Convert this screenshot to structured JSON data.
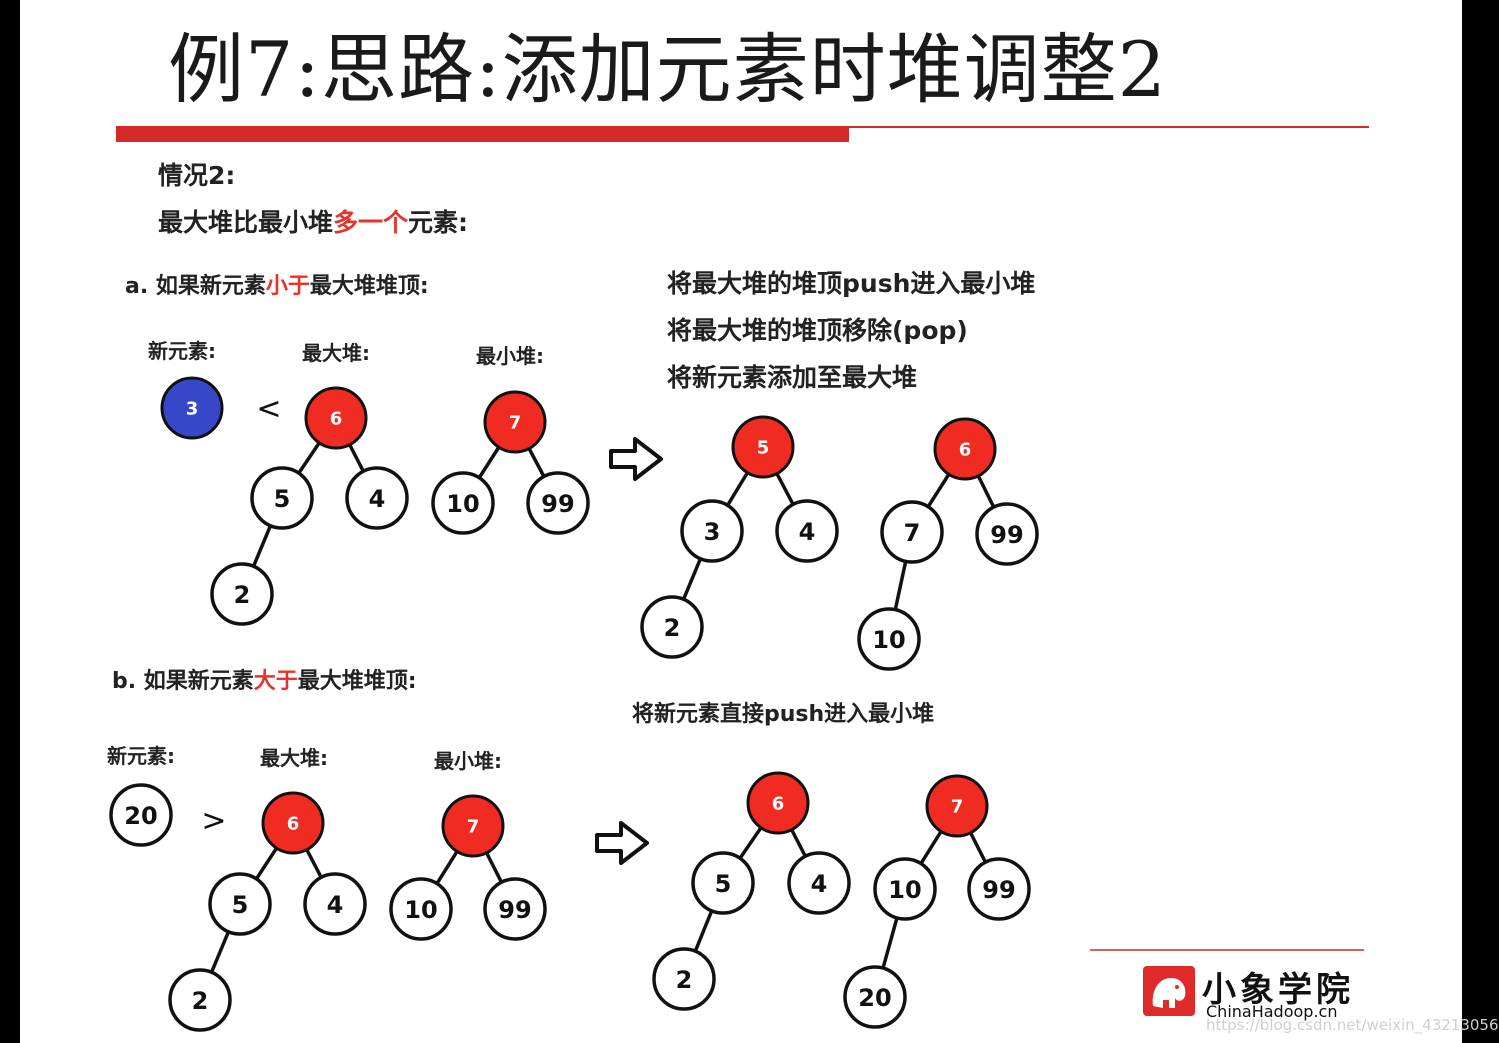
{
  "title": "例7:思路:添加元素时堆调整2",
  "case_label": "情况2:",
  "condition": {
    "part1": "最大堆比最小堆",
    "highlight": "多一个",
    "part2": "元素:"
  },
  "section_a": {
    "prefix": "a. 如果新元素",
    "highlight": "小于",
    "suffix": "最大堆堆顶:",
    "steps": [
      "将最大堆的堆顶push进入最小堆",
      "将最大堆的堆顶移除(pop)",
      "将新元素添加至最大堆"
    ],
    "new_element_label": "新元素:",
    "max_heap_label": "最大堆:",
    "min_heap_label": "最小堆:",
    "compare_symbol": "<",
    "new_element": "3",
    "before_max_heap": [
      "6",
      "5",
      "4",
      "2"
    ],
    "before_min_heap": [
      "7",
      "10",
      "99"
    ],
    "after_max_heap": [
      "5",
      "3",
      "4",
      "2"
    ],
    "after_min_heap": [
      "6",
      "7",
      "99",
      "10"
    ]
  },
  "section_b": {
    "prefix": "b. 如果新元素",
    "highlight": "大于",
    "suffix": "最大堆堆顶:",
    "step": "将新元素直接push进入最小堆",
    "new_element_label": "新元素:",
    "max_heap_label": "最大堆:",
    "min_heap_label": "最小堆:",
    "compare_symbol": ">",
    "new_element": "20",
    "before_max_heap": [
      "6",
      "5",
      "4",
      "2"
    ],
    "before_min_heap": [
      "7",
      "10",
      "99"
    ],
    "after_max_heap": [
      "6",
      "5",
      "4",
      "2"
    ],
    "after_min_heap": [
      "7",
      "10",
      "99",
      "20"
    ]
  },
  "brand": {
    "name_cn": "小象学院",
    "name_en": "ChinaHadoop.cn"
  },
  "watermark": "https://blog.csdn.net/weixin_43213056",
  "colors": {
    "accent_red": "#e8322a",
    "node_red": "#ef2b22",
    "node_blue": "#3847c8",
    "bar_red": "#d42a2a"
  }
}
